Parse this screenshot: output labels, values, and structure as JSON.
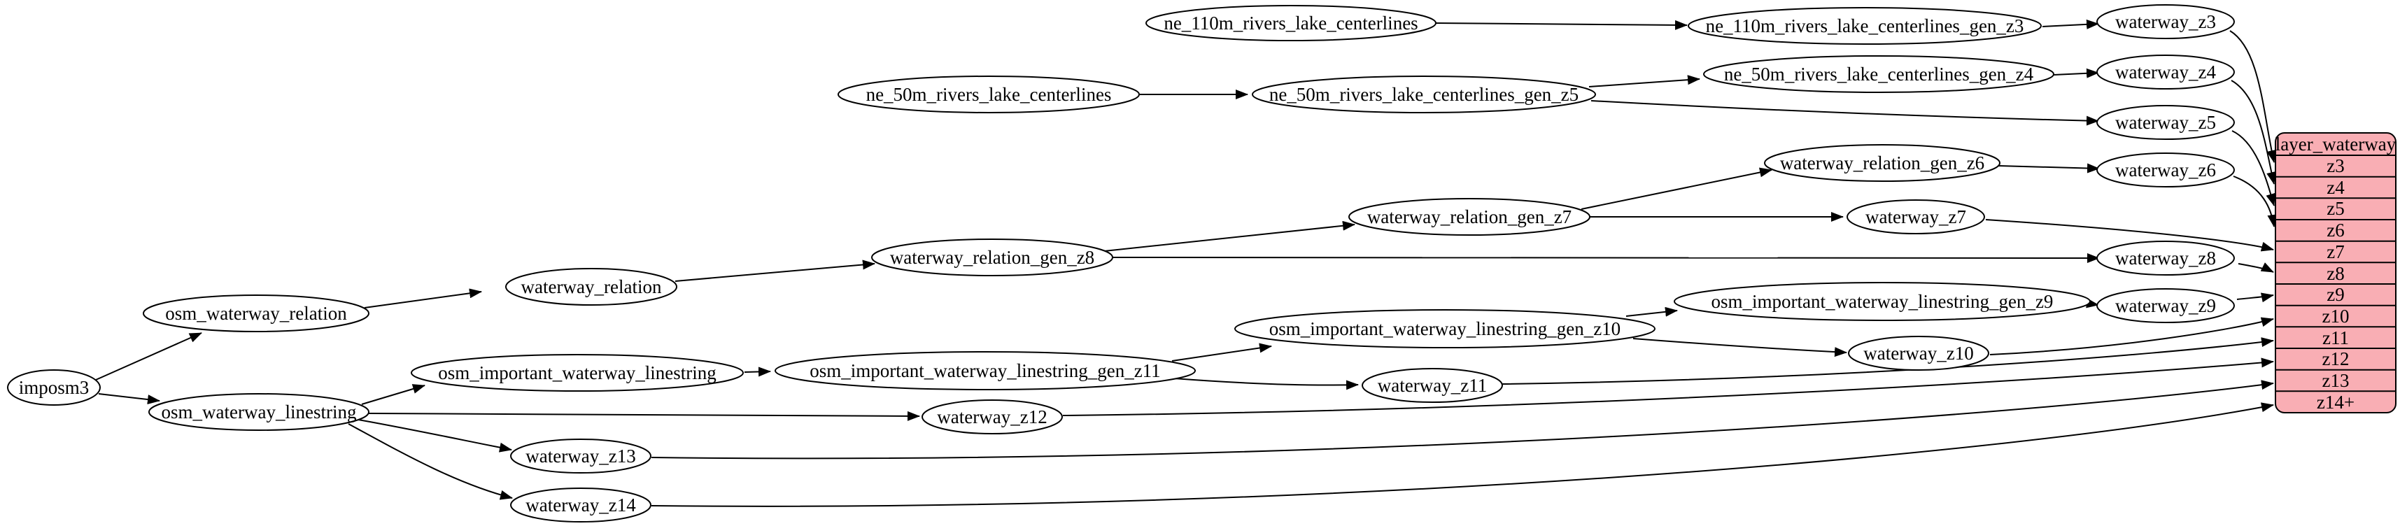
{
  "diagram": {
    "background": "#ffffff",
    "node_fill": "#ffffff",
    "node_stroke": "#000000",
    "edge_color": "#000000",
    "table_fill": "#f9aeb4"
  },
  "nodes": {
    "imposm3": "imposm3",
    "osm_waterway_relation": "osm_waterway_relation",
    "osm_waterway_linestring": "osm_waterway_linestring",
    "waterway_relation": "waterway_relation",
    "waterway_relation_gen_z8": "waterway_relation_gen_z8",
    "waterway_relation_gen_z7": "waterway_relation_gen_z7",
    "waterway_relation_gen_z6": "waterway_relation_gen_z6",
    "osm_important_waterway_linestring": "osm_important_waterway_linestring",
    "osm_important_waterway_linestring_gen_z11": "osm_important_waterway_linestring_gen_z11",
    "osm_important_waterway_linestring_gen_z10": "osm_important_waterway_linestring_gen_z10",
    "osm_important_waterway_linestring_gen_z9": "osm_important_waterway_linestring_gen_z9",
    "ne_110m_rivers_lake_centerlines": "ne_110m_rivers_lake_centerlines",
    "ne_110m_rivers_lake_centerlines_gen_z3": "ne_110m_rivers_lake_centerlines_gen_z3",
    "ne_50m_rivers_lake_centerlines": "ne_50m_rivers_lake_centerlines",
    "ne_50m_rivers_lake_centerlines_gen_z5": "ne_50m_rivers_lake_centerlines_gen_z5",
    "ne_50m_rivers_lake_centerlines_gen_z4": "ne_50m_rivers_lake_centerlines_gen_z4",
    "waterway_z3": "waterway_z3",
    "waterway_z4": "waterway_z4",
    "waterway_z5": "waterway_z5",
    "waterway_z6": "waterway_z6",
    "waterway_z7": "waterway_z7",
    "waterway_z8": "waterway_z8",
    "waterway_z9": "waterway_z9",
    "waterway_z10": "waterway_z10",
    "waterway_z11": "waterway_z11",
    "waterway_z12": "waterway_z12",
    "waterway_z13": "waterway_z13",
    "waterway_z14": "waterway_z14"
  },
  "table": {
    "title": "layer_waterway",
    "rows": [
      "z3",
      "z4",
      "z5",
      "z6",
      "z7",
      "z8",
      "z9",
      "z10",
      "z11",
      "z12",
      "z13",
      "z14+"
    ]
  },
  "edges": [
    "imposm3 -> osm_waterway_relation",
    "imposm3 -> osm_waterway_linestring",
    "osm_waterway_relation -> waterway_relation",
    "waterway_relation -> waterway_relation_gen_z8",
    "waterway_relation_gen_z8 -> waterway_relation_gen_z7",
    "waterway_relation_gen_z8 -> waterway_z8",
    "waterway_relation_gen_z7 -> waterway_relation_gen_z6",
    "waterway_relation_gen_z7 -> waterway_z7",
    "waterway_relation_gen_z6 -> waterway_z6",
    "osm_waterway_linestring -> osm_important_waterway_linestring",
    "osm_waterway_linestring -> waterway_z12",
    "osm_waterway_linestring -> waterway_z13",
    "osm_waterway_linestring -> waterway_z14",
    "osm_important_waterway_linestring -> osm_important_waterway_linestring_gen_z11",
    "osm_important_waterway_linestring_gen_z11 -> osm_important_waterway_linestring_gen_z10",
    "osm_important_waterway_linestring_gen_z11 -> waterway_z11",
    "osm_important_waterway_linestring_gen_z10 -> osm_important_waterway_linestring_gen_z9",
    "osm_important_waterway_linestring_gen_z10 -> waterway_z10",
    "osm_important_waterway_linestring_gen_z9 -> waterway_z9",
    "ne_110m_rivers_lake_centerlines -> ne_110m_rivers_lake_centerlines_gen_z3",
    "ne_110m_rivers_lake_centerlines_gen_z3 -> waterway_z3",
    "ne_50m_rivers_lake_centerlines -> ne_50m_rivers_lake_centerlines_gen_z5",
    "ne_50m_rivers_lake_centerlines_gen_z5 -> ne_50m_rivers_lake_centerlines_gen_z4",
    "ne_50m_rivers_lake_centerlines_gen_z5 -> waterway_z5",
    "ne_50m_rivers_lake_centerlines_gen_z4 -> waterway_z4",
    "waterway_z3 -> layer_waterway:z3",
    "waterway_z4 -> layer_waterway:z4",
    "waterway_z5 -> layer_waterway:z5",
    "waterway_z6 -> layer_waterway:z6",
    "waterway_z7 -> layer_waterway:z7",
    "waterway_z8 -> layer_waterway:z8",
    "waterway_z9 -> layer_waterway:z9",
    "waterway_z10 -> layer_waterway:z10",
    "waterway_z11 -> layer_waterway:z11",
    "waterway_z12 -> layer_waterway:z12",
    "waterway_z13 -> layer_waterway:z13",
    "waterway_z14 -> layer_waterway:z14+"
  ]
}
